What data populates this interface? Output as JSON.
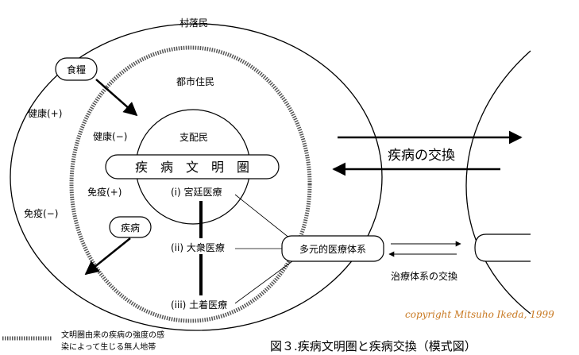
{
  "labels": {
    "village": "村落民",
    "city": "都市住民",
    "ruling": "支配民",
    "health_plus": "健康(+)",
    "health_minus": "健康(−)",
    "immunity_plus": "免疫(+)",
    "immunity_minus": "免疫(−)",
    "food": "食糧",
    "disease": "疾病",
    "civilization_banner": "疾　病　文　明　圏",
    "court_medicine": "(i) 宮廷医療",
    "popular_medicine": "(ii) 大衆医療",
    "folk_medicine": "(iii) 土着医療",
    "pluralistic_system": "多元的医療体系",
    "disease_exchange": "疾病の交換",
    "treatment_exchange": "治療体系の交換",
    "copyright": "copyright Mitsuho Ikeda, 1999",
    "legend_line1": "文明圏由来の疾病の強度の感",
    "legend_line2": "染によって生じる無人地帯",
    "caption": "図３.疾病文明圏と疾病交換（模式図）"
  }
}
